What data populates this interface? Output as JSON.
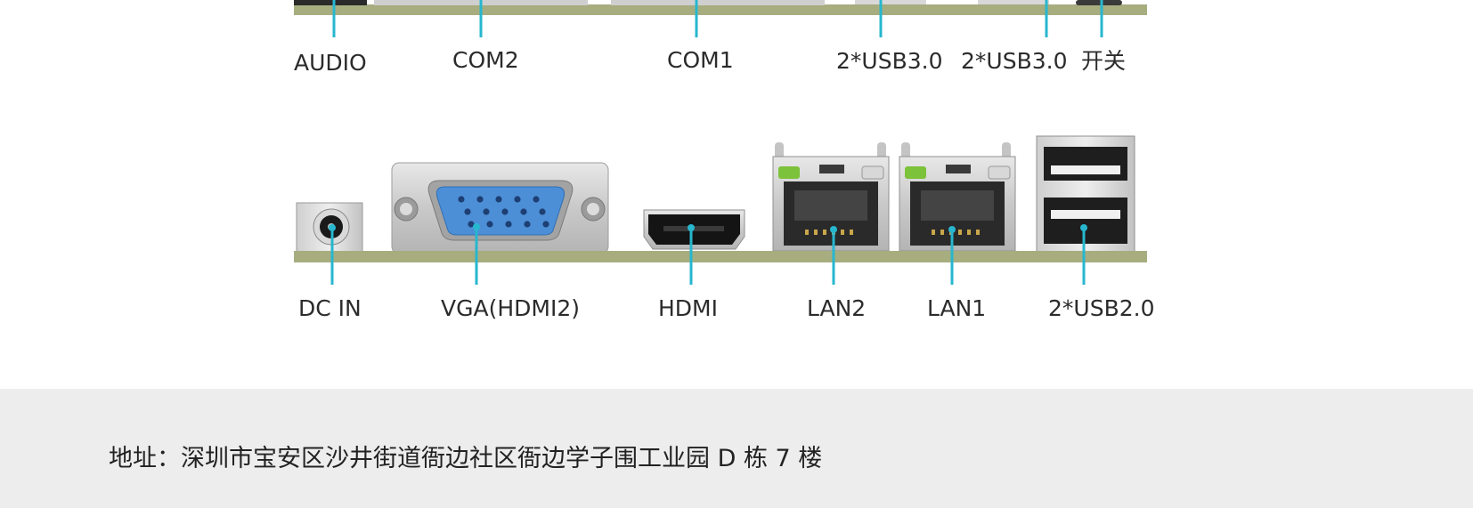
{
  "top_row_labels": {
    "audio": "AUDIO",
    "com2": "COM2",
    "com1": "COM1",
    "usb3_a": "2*USB3.0",
    "usb3_b": "2*USB3.0",
    "power_switch": "开关"
  },
  "bottom_row_labels": {
    "dc_in": "DC IN",
    "vga": "VGA(HDMI2)",
    "hdmi": "HDMI",
    "lan2": "LAN2",
    "lan1": "LAN1",
    "usb2": "2*USB2.0"
  },
  "footer": {
    "address": "地址：深圳市宝安区沙井街道衙边社区衙边学子围工业园 D 栋 7 楼"
  },
  "colors": {
    "callout": "#27b7cf",
    "pcb": "#a7ad7f",
    "vga_blue": "#4d8fd6",
    "footer_bg": "#ededed"
  }
}
